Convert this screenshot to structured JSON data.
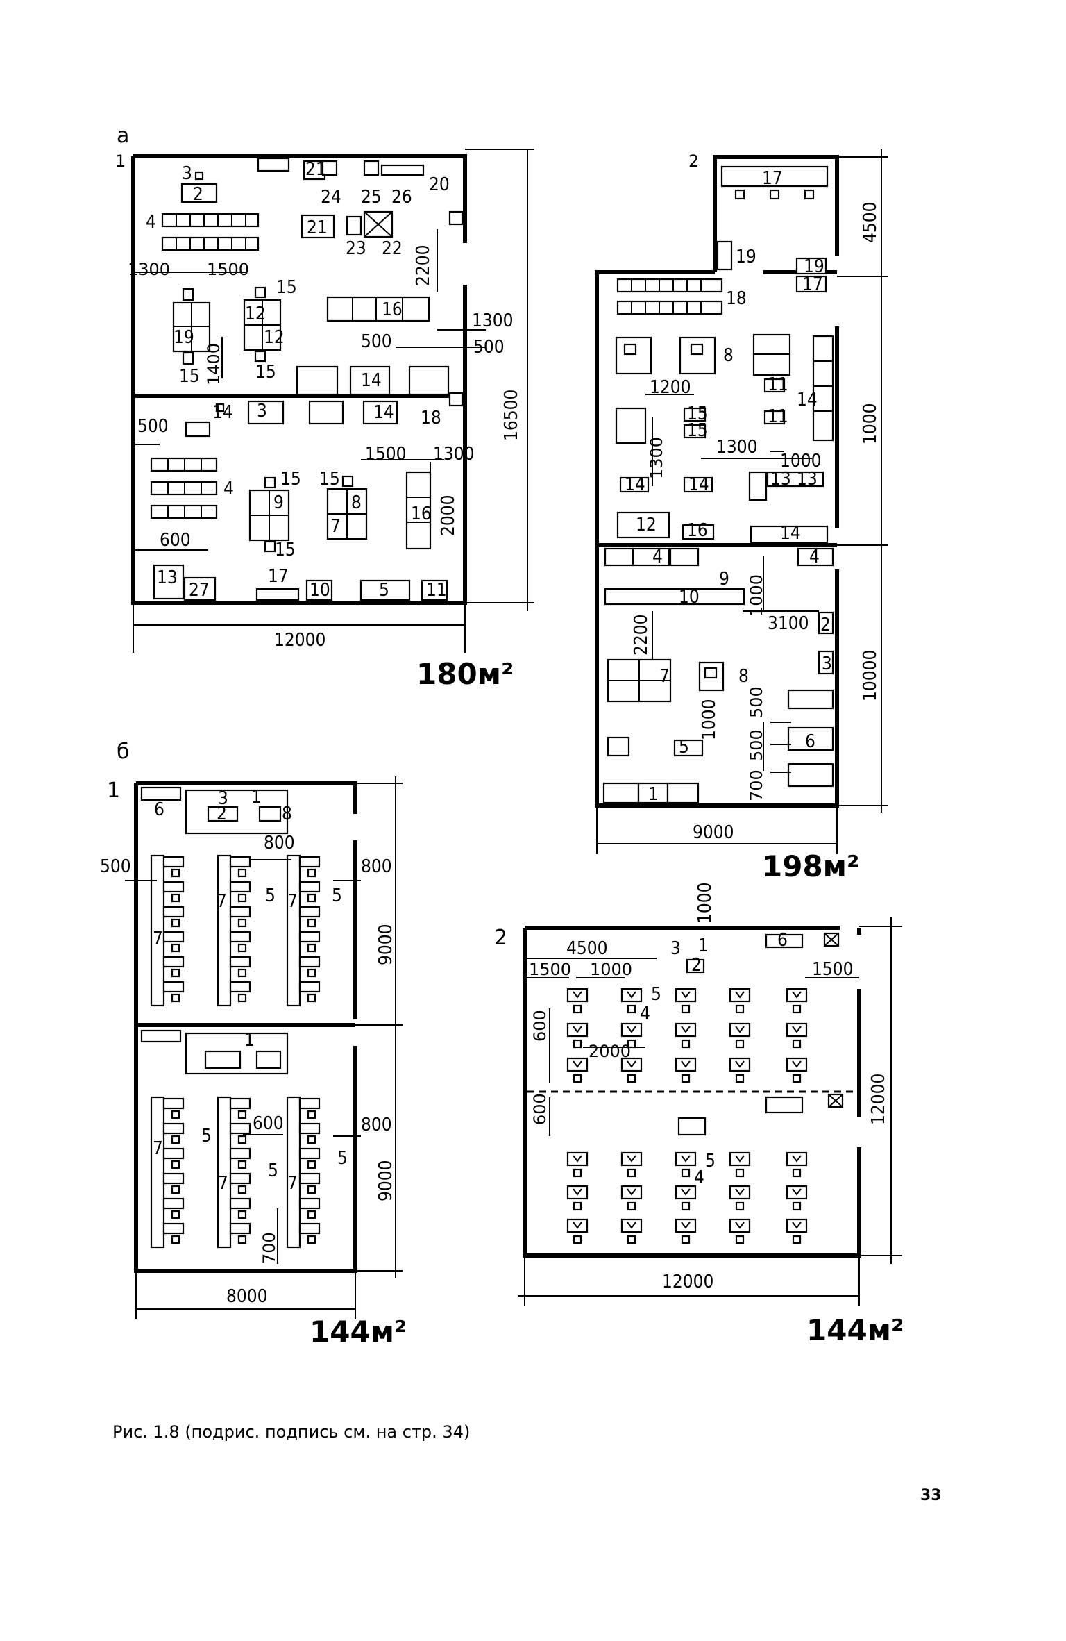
{
  "figure": {
    "caption": "Рис. 1.8 (подрис. подпись см. на стр. 34)",
    "page_number": "33"
  },
  "panel_a": {
    "letter": "а",
    "plan1": {
      "label": "1",
      "area": "180м²",
      "dims": {
        "width": "12000",
        "height": "16500",
        "d2200": "2200",
        "d1300a": "1300",
        "d1500a": "1500",
        "d1300b": "1300",
        "d500b": "500",
        "d500c": "500",
        "d1400": "1400",
        "d500": "500",
        "d1500b": "1500",
        "d1300c": "1300",
        "d2000": "2000",
        "d600": "600"
      },
      "numbers": [
        "3",
        "2",
        "21",
        "24",
        "25",
        "26",
        "20",
        "4",
        "21",
        "23",
        "22",
        "15",
        "12",
        "12",
        "19",
        "15",
        "15",
        "16",
        "14",
        "14",
        "3",
        "14",
        "14",
        "18",
        "4",
        "15",
        "15",
        "9",
        "8",
        "7",
        "15",
        "16",
        "13",
        "27",
        "17",
        "10",
        "5",
        "11"
      ]
    },
    "plan2": {
      "label": "2",
      "area": "198м²",
      "dims": {
        "width": "9000",
        "h4500": "4500",
        "h1000": "1000",
        "h10000": "10000",
        "d1200": "1200",
        "d1300": "1300",
        "d1300b": "1300",
        "d1000": "1000",
        "d1000b": "1000",
        "d3100": "3100",
        "d2200": "2200",
        "d1000c": "1000",
        "d500a": "500",
        "d500b": "500",
        "d700": "700"
      },
      "numbers": [
        "17",
        "19",
        "19",
        "17",
        "18",
        "8",
        "11",
        "11",
        "14",
        "15",
        "15",
        "14",
        "14",
        "13",
        "13",
        "12",
        "16",
        "14",
        "4",
        "4",
        "9",
        "10",
        "2",
        "7",
        "8",
        "3",
        "6",
        "5",
        "1"
      ]
    }
  },
  "panel_b": {
    "letter": "б",
    "plan1": {
      "label": "1",
      "area": "144м²",
      "dims": {
        "width": "8000",
        "h9000a": "9000",
        "h9000b": "9000",
        "d800a": "800",
        "d500": "500",
        "d800b": "800",
        "d800c": "800",
        "d600": "600",
        "d700": "700"
      },
      "numbers": [
        "6",
        "3",
        "1",
        "2",
        "8",
        "5",
        "7",
        "5",
        "7",
        "7",
        "1",
        "5",
        "7",
        "5",
        "7",
        "5",
        "7"
      ]
    },
    "plan2": {
      "label": "2",
      "area": "144м²",
      "dims": {
        "width": "12000",
        "height": "12000",
        "d4500": "4500",
        "d1000top": "1000",
        "d1500a": "1500",
        "d1000": "1000",
        "d1500b": "1500",
        "d600a": "600",
        "d2000": "2000",
        "d600b": "600"
      },
      "numbers": [
        "3",
        "1",
        "2",
        "6",
        "5",
        "4",
        "5",
        "4"
      ]
    }
  }
}
